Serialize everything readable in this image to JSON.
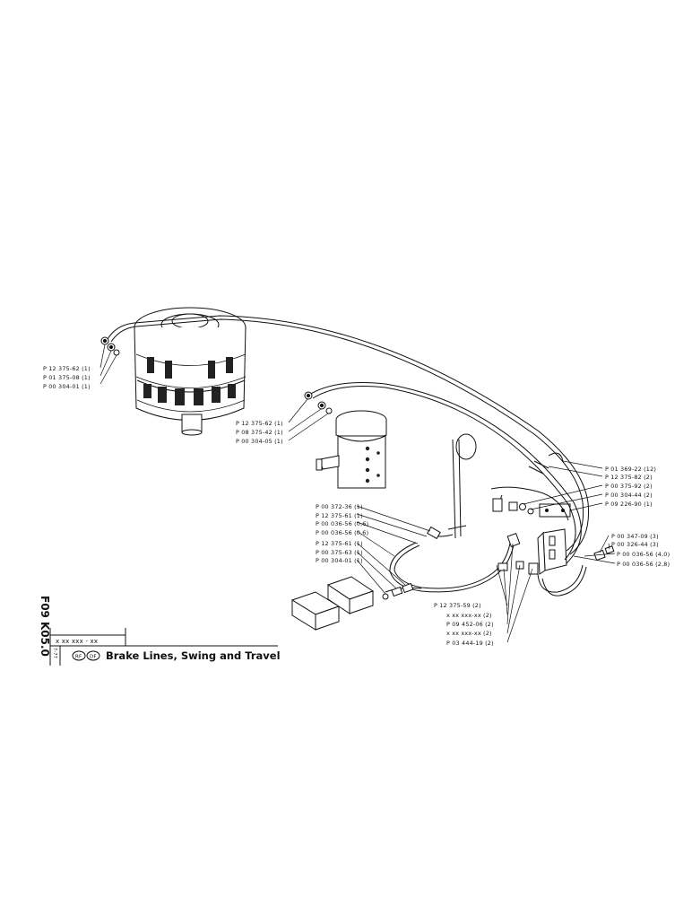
{
  "sheet": {
    "number_top": "F09",
    "number_bottom": "K05.0",
    "code": "x xx xxx - xx",
    "date": "7-77",
    "badge_1": "RF",
    "badge_2": "DF",
    "title": "Brake Lines, Swing and Travel"
  },
  "labels": {
    "g1": [
      "P 12 375-62 (1)",
      "P 01 375-08 (1)",
      "P 00 304-01 (1)"
    ],
    "g2": [
      "P 12 375-62 (1)",
      "P 08 375-42 (1)",
      "P 00 304-05 (1)"
    ],
    "g3": [
      "P 00 372-36 (1)",
      "P 12 375-61 (1)",
      "P 00 036-56 (0,6)",
      "P 00 036-56 (0,6)",
      "P 12 375-61 (1)",
      "P 00 375-63 (1)",
      "P 00 304-01 (1)"
    ],
    "g4": [
      "P 01 369-22 (12)",
      "P 12 375-82 (2)",
      "P 00 375-92 (2)",
      "P 00 304-44 (2)",
      "P 09 226-90 (1)"
    ],
    "g5": [
      "P 00 347-09 (3)",
      "P 00 326-44 (3)",
      "P 00 036-56 (4,0)",
      "P 00 036-56 (2,8)"
    ],
    "g6": [
      "P 12 375-59 (2)",
      "x xx xxx-xx (2)",
      "P 09 452-06 (2)",
      "x xx xxx-xx (2)",
      "P 03 444-19 (2)"
    ]
  }
}
